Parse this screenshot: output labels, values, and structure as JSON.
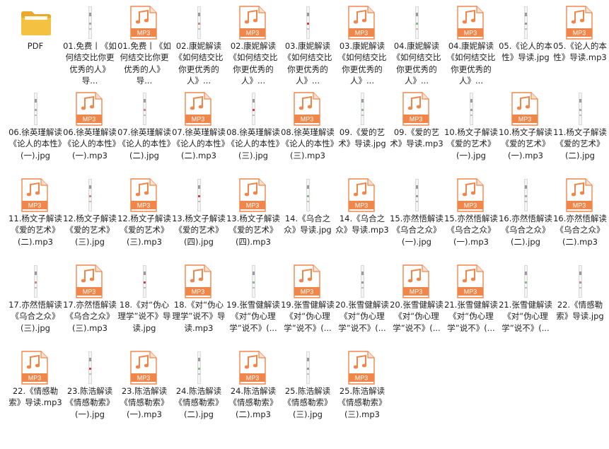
{
  "accent": "#f0864a",
  "folder_color": "#f5c141",
  "mp3_badge": "MP3",
  "files": [
    {
      "type": "folder",
      "name": "PDF"
    },
    {
      "type": "jpg",
      "name": "01.免费丨《如何结交比你更优秀的人》导..."
    },
    {
      "type": "mp3",
      "name": "01.免费丨《如何结交比你更优秀的人》导..."
    },
    {
      "type": "jpg",
      "name": "02.康妮解读《如何结交比你更优秀的人》..."
    },
    {
      "type": "mp3",
      "name": "02.康妮解读《如何结交比你更优秀的人》..."
    },
    {
      "type": "jpg",
      "name": "03.康妮解读《如何结交比你更优秀的人》..."
    },
    {
      "type": "mp3",
      "name": "03.康妮解读《如何结交比你更优秀的人》..."
    },
    {
      "type": "jpg",
      "name": "04.康妮解读《如何结交比你更优秀的人》..."
    },
    {
      "type": "mp3",
      "name": "04.康妮解读《如何结交比你更优秀的人》..."
    },
    {
      "type": "jpg",
      "name": "05.《论人的本性》导读.jpg"
    },
    {
      "type": "mp3",
      "name": "05.《论人的本性》导读.mp3"
    },
    {
      "type": "jpg",
      "name": "06.徐英瑾解读《论人的本性》(一).jpg"
    },
    {
      "type": "mp3",
      "name": "06.徐英瑾解读《论人的本性》(一).mp3"
    },
    {
      "type": "jpg",
      "name": "07.徐英瑾解读《论人的本性》(二).jpg"
    },
    {
      "type": "mp3",
      "name": "07.徐英瑾解读《论人的本性》(二).mp3"
    },
    {
      "type": "jpg",
      "name": "08.徐英瑾解读《论人的本性》(三).jpg"
    },
    {
      "type": "mp3",
      "name": "08.徐英瑾解读《论人的本性》(三).mp3"
    },
    {
      "type": "jpg",
      "name": "09.《爱的艺术》导读.jpg"
    },
    {
      "type": "mp3",
      "name": "09.《爱的艺术》导读.mp3"
    },
    {
      "type": "jpg",
      "name": "10.杨文子解读《爱的艺术》(一).jpg"
    },
    {
      "type": "mp3",
      "name": "10.杨文子解读《爱的艺术》(一).mp3"
    },
    {
      "type": "jpg",
      "name": "11.杨文子解读《爱的艺术》(二).jpg"
    },
    {
      "type": "mp3",
      "name": "11.杨文子解读《爱的艺术》(二).mp3"
    },
    {
      "type": "jpg",
      "name": "12.杨文子解读《爱的艺术》(三).jpg"
    },
    {
      "type": "mp3",
      "name": "12.杨文子解读《爱的艺术》(三).mp3"
    },
    {
      "type": "jpg",
      "name": "13.杨文子解读《爱的艺术》(四).jpg"
    },
    {
      "type": "mp3",
      "name": "13.杨文子解读《爱的艺术》(四).mp3"
    },
    {
      "type": "jpg",
      "name": "14.《乌合之众》导读.jpg"
    },
    {
      "type": "mp3",
      "name": "14.《乌合之众》导读.mp3"
    },
    {
      "type": "jpg",
      "name": "15.亦然悟解读《乌合之众》(一).jpg"
    },
    {
      "type": "mp3",
      "name": "15.亦然悟解读《乌合之众》(一).mp3"
    },
    {
      "type": "jpg",
      "name": "16.亦然悟解读《乌合之众》(二).jpg"
    },
    {
      "type": "mp3",
      "name": "16.亦然悟解读《乌合之众》(二).mp3"
    },
    {
      "type": "jpg",
      "name": "17.亦然悟解读《乌合之众》(三).jpg"
    },
    {
      "type": "mp3",
      "name": "17.亦然悟解读《乌合之众》(三).mp3"
    },
    {
      "type": "jpg",
      "name": "18.《对“伪心理学”说不》导读.jpg"
    },
    {
      "type": "mp3",
      "name": "18.《对“伪心理学”说不》导读.mp3"
    },
    {
      "type": "jpg",
      "name": "19.张雪健解读《对“伪心理学”说不》(..."
    },
    {
      "type": "mp3",
      "name": "19.张雪健解读《对“伪心理学”说不》(..."
    },
    {
      "type": "jpg",
      "name": "20.张雪健解读《对“伪心理学”说不》(..."
    },
    {
      "type": "mp3",
      "name": "20.张雪健解读《对“伪心理学”说不》(..."
    },
    {
      "type": "mp3",
      "name": "21.张雪健解读《对“伪心理学”说不》(..."
    },
    {
      "type": "jpg",
      "name": "21.张雪健解读《对“伪心理学”说不》(..."
    },
    {
      "type": "jpg",
      "name": "22.《情感勒索》导读.jpg"
    },
    {
      "type": "mp3",
      "name": "22.《情感勒索》导读.mp3"
    },
    {
      "type": "jpg",
      "name": "23.陈浩解读《情感勒索》(一).jpg"
    },
    {
      "type": "mp3",
      "name": "23.陈浩解读《情感勒索》(一).mp3"
    },
    {
      "type": "jpg",
      "name": "24.陈浩解读《情感勒索》(二).jpg"
    },
    {
      "type": "mp3",
      "name": "24.陈浩解读《情感勒索》(二).mp3"
    },
    {
      "type": "jpg",
      "name": "25.陈浩解读《情感勒索》(三).jpg"
    },
    {
      "type": "mp3",
      "name": "25.陈浩解读《情感勒索》(三).mp3"
    }
  ]
}
